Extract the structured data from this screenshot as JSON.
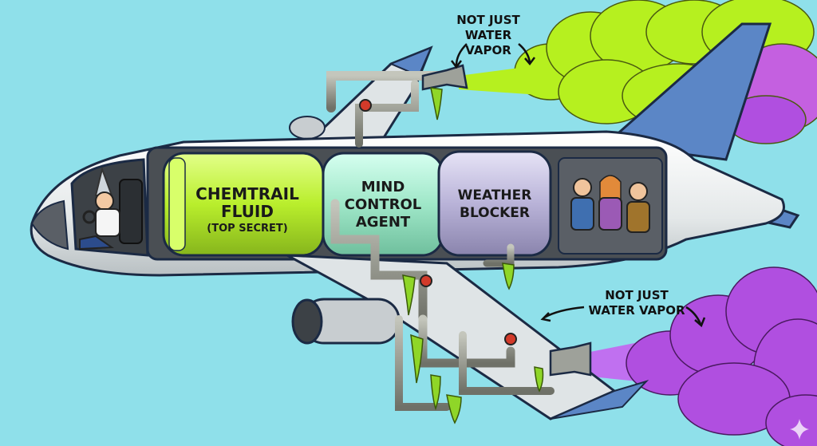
{
  "callouts": {
    "top": [
      "NOT JUST",
      "WATER",
      "VAPOR"
    ],
    "bottom": [
      "NOT JUST",
      "WATER VAPOR"
    ]
  },
  "tanks": [
    {
      "lines": [
        "CHEMTRAIL",
        "FLUID"
      ],
      "sub": "(TOP SECRET)",
      "color": "#b9ee2c"
    },
    {
      "lines": [
        "MIND",
        "CONTROL",
        "AGENT"
      ],
      "sub": "",
      "color": "#9fe7c8"
    },
    {
      "lines": [
        "WEATHER",
        "BLOCKER"
      ],
      "sub": "",
      "color": "#b9b3d8"
    }
  ],
  "colors": {
    "sky": "#8fe0ea",
    "green_smoke": "#b6f01f",
    "purple_smoke": "#b04fe0",
    "fuselage": "#f2f4f4",
    "tail": "#5b86c6",
    "slime": "#8fd628",
    "pipe": "#8a8c82"
  },
  "icons": [
    "tinfoil-hat-pilot",
    "passengers",
    "pipe-valve",
    "curved-arrow",
    "sparkle-watermark"
  ]
}
